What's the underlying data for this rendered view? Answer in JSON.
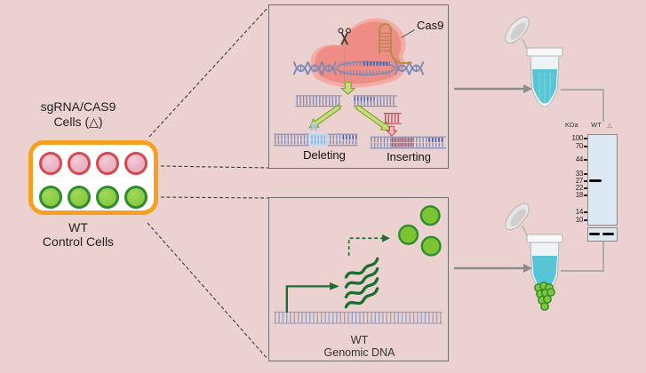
{
  "left_panel": {
    "top_label_line1": "sgRNA/CAS9",
    "top_label_line2": "Cells (△)",
    "bottom_label_line1": "WT",
    "bottom_label_line2": "Control Cells"
  },
  "editing_box": {
    "cas9_label": "Cas9",
    "deleting_label": "Deleting",
    "inserting_label": "Inserting"
  },
  "genomic_box": {
    "label_line1": "WT",
    "label_line2": "Genomic DNA"
  },
  "western_blot": {
    "unit_label": "KDa",
    "lane_labels": [
      "WT",
      "△"
    ],
    "markers": [
      "100",
      "70",
      "44",
      "33",
      "27",
      "22",
      "18",
      "14",
      "10"
    ],
    "band_at_marker": "27"
  },
  "colors": {
    "background": "#ecd1d1",
    "box_border": "#6f6f6f",
    "dashed_line": "#3a3a3a",
    "plate_border": "#f5a01e",
    "pink_cell_fill": "#e2a0b8",
    "pink_cell_border": "#d4494f",
    "green_cell_fill": "#7cc432",
    "green_cell_border": "#2e8b2e",
    "cas9_outer": "#f4aba3",
    "cas9_inner": "#ee8d86",
    "dna": "#8089b4",
    "dna_accent_blue": "#3a5fae",
    "dna_accent_red": "#c24b55",
    "sgrna": "#b08d45",
    "block_arrow_fill": "#c6dd7d",
    "block_arrow_stroke": "#84a32f",
    "dark_green": "#1c6e30",
    "tube_liquid": "#57c5d6",
    "pellet_green": "#84c63a",
    "gel_panel": "#dce8f2",
    "band_black": "#0d0d0d",
    "connector_gray": "#8c8c8c",
    "text_color": "#222222"
  }
}
